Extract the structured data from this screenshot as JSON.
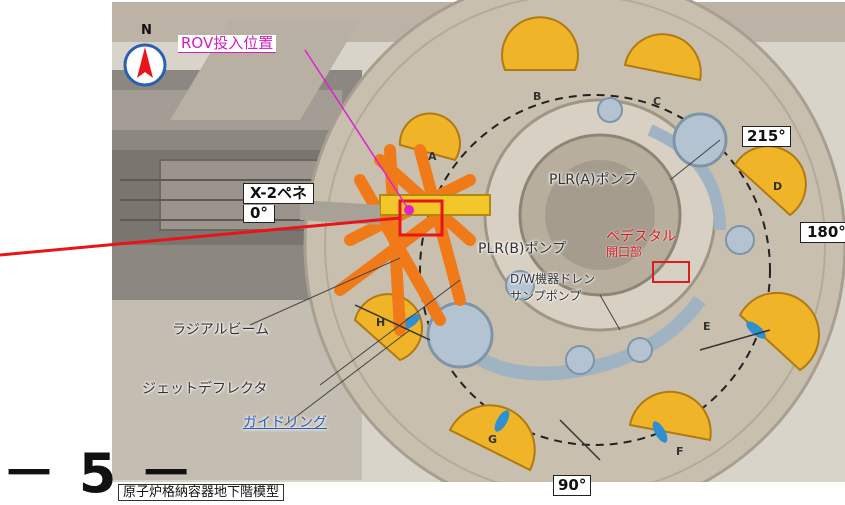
{
  "compass": {
    "north": "N"
  },
  "labels": {
    "rov_position": "ROV投入位置",
    "x2_penetration": "X-2ペネ",
    "angle_0": "0°",
    "angle_215": "215°",
    "angle_180": "180°",
    "angle_90": "90°",
    "plr_a_pump": "PLR(A)ポンプ",
    "plr_b_pump": "PLR(B)ポンプ",
    "pedestal_line1": "ペデスタル",
    "pedestal_line2": "開口部",
    "dw_sump_line1": "D/W機器ドレン",
    "dw_sump_line2": "サンプポンプ",
    "radial_beam": "ラジアルビーム",
    "jet_deflector": "ジェットデフレクタ",
    "guide_ring": "ガイドリング",
    "model_caption": "原子炉格納容器地下階模型",
    "page_number": "－ 5 －"
  },
  "deflectors": [
    "A",
    "B",
    "C",
    "D",
    "E",
    "F",
    "G",
    "H"
  ],
  "colors": {
    "accent_red": "#e8141a",
    "rov_magenta": "#e020d0",
    "deflector_yellow": "#f0b428",
    "radial_orange": "#f07a18",
    "floor_beige": "#c8bfae"
  }
}
